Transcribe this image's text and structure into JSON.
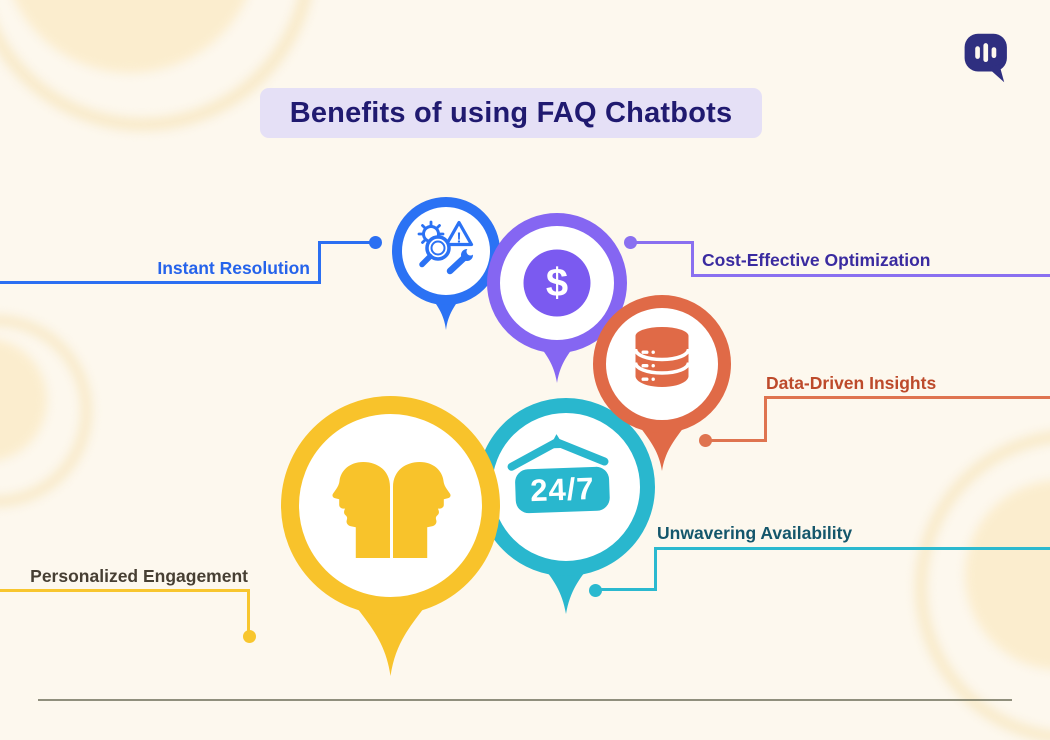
{
  "title": {
    "text": "Benefits of using FAQ Chatbots"
  },
  "logo": {
    "icon": "chat-bubble-logo"
  },
  "benefits": [
    {
      "label": "Instant Resolution",
      "icon": "troubleshoot-icon",
      "pin_color": "#2B72F4",
      "line_color": "#2B6FF2",
      "label_color": "#2563EB"
    },
    {
      "label": "Cost-Effective Optimization",
      "icon": "dollar-icon",
      "pin_color": "#8566F2",
      "line_color": "#8A70F0",
      "label_color": "#3A2BA0"
    },
    {
      "label": "Data-Driven Insights",
      "icon": "database-icon",
      "pin_color": "#E06A47",
      "line_color": "#DF7450",
      "label_color": "#BD4A2B"
    },
    {
      "label": "Unwavering Availability",
      "icon": "24-7-sign-icon",
      "pin_color": "#29B7CE",
      "line_color": "#2BB9CF",
      "label_color": "#14566B"
    },
    {
      "label": "Personalized Engagement",
      "icon": "two-heads-icon",
      "pin_color": "#F8C32B",
      "line_color": "#F8C62E",
      "label_color": "#473F33"
    }
  ],
  "icon_texts": {
    "dollar": "$",
    "always_open": "24/7",
    "warning": "!"
  },
  "colors": {
    "background": "#FDF8EE",
    "title_bg": "#E5E0F6",
    "title_text": "#201A70",
    "logo": "#2F2F80",
    "divider": "#6B6C57",
    "inner_dollar_circle": "#7B5AF0"
  }
}
